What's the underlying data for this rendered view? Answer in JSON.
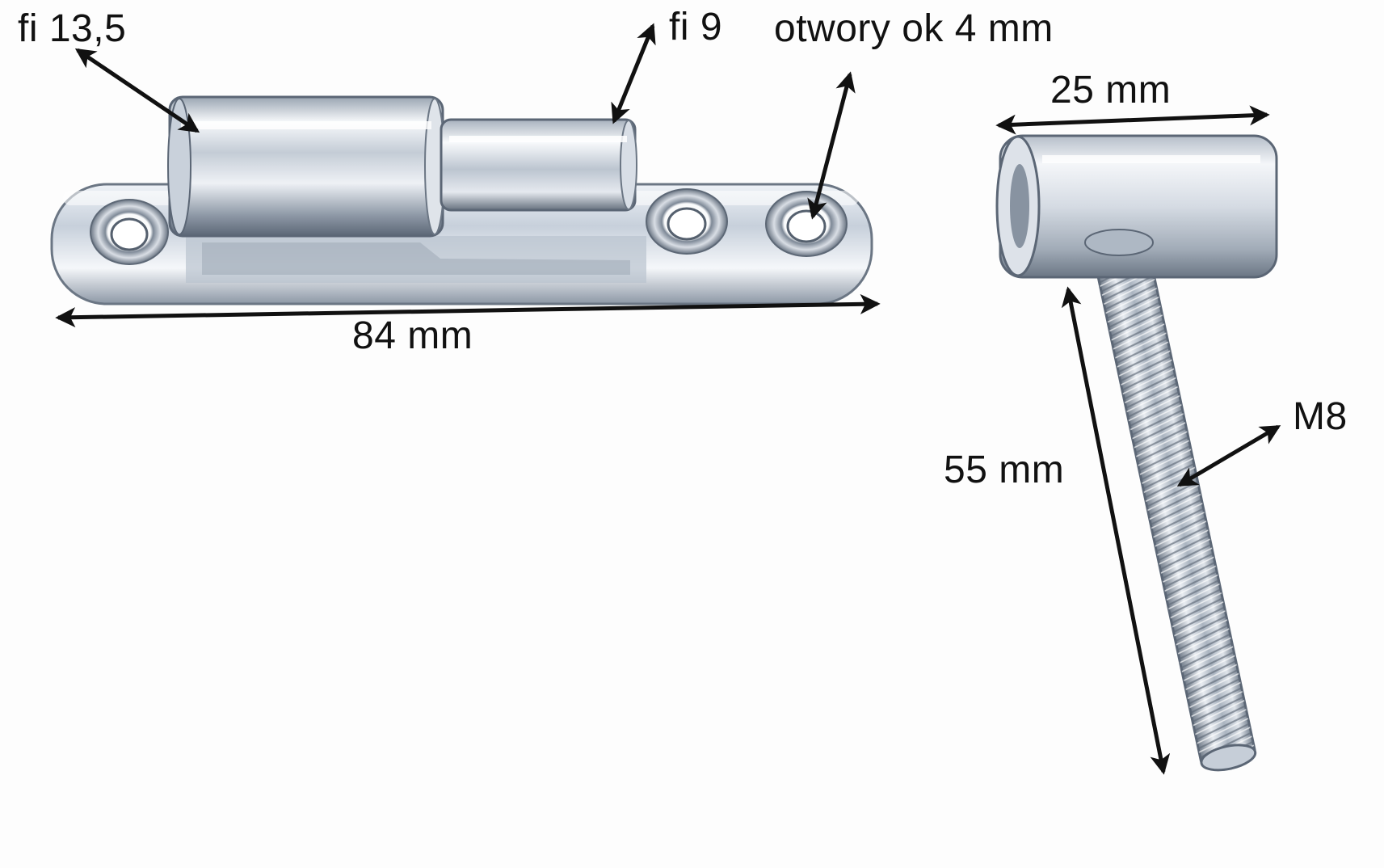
{
  "labels": {
    "barrel_diameter": "fi 13,5",
    "pin_diameter": "fi 9",
    "holes": "otwory ok 4 mm",
    "plate_length": "84 mm",
    "head_length": "25 mm",
    "thread_length": "55 mm",
    "thread_size": "M8"
  },
  "colors": {
    "background": "#fdfdfd",
    "arrow": "#111111",
    "label": "#111111",
    "metal_light": "#f2f5fa",
    "metal_mid": "#b8c2cf",
    "metal_dark": "#5b6675"
  }
}
